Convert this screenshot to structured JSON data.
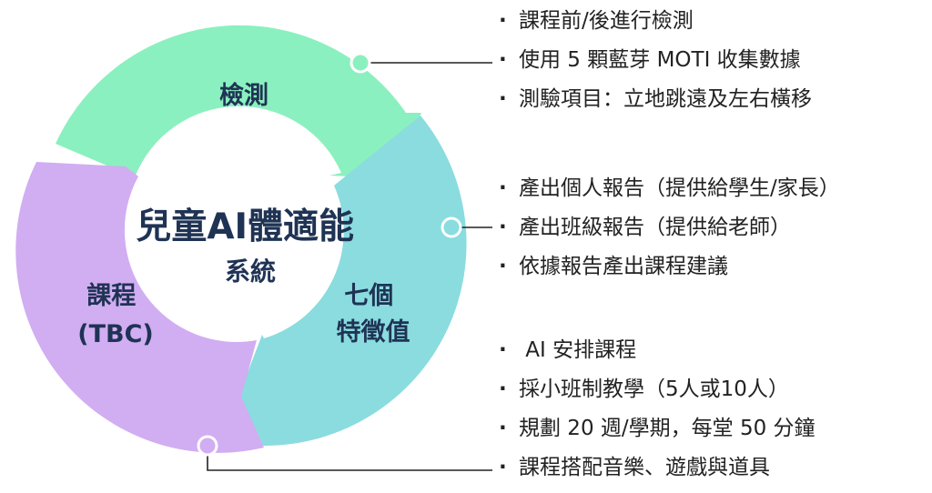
{
  "diagram": {
    "center": {
      "line1": "兒童AI體適能",
      "line2": "系統"
    },
    "segments": [
      {
        "id": "test",
        "lines": [
          "檢測"
        ],
        "color": "#8bf0bf"
      },
      {
        "id": "features",
        "lines": [
          "七個",
          "特徵值"
        ],
        "color": "#8adcdf"
      },
      {
        "id": "course",
        "lines": [
          "課程",
          "(TBC)"
        ],
        "color": "#d1adf2"
      }
    ],
    "connector_color": "#222222"
  },
  "groups": [
    {
      "id": "test",
      "items": [
        "課程前/後進行檢測",
        "使用 5 顆藍芽 MOTI 收集數據",
        "測驗項目：立地跳遠及左右橫移"
      ]
    },
    {
      "id": "report",
      "items": [
        "產出個人報告（提供給學生/家長）",
        "產出班級報告（提供給老師）",
        "依據報告產出課程建議"
      ]
    },
    {
      "id": "course",
      "items": [
        " AI 安排課程",
        "採小班制教學（5人或10人）",
        "規劃 20 週/學期，每堂 50 分鐘",
        "課程搭配音樂、遊戲與道具"
      ]
    }
  ]
}
